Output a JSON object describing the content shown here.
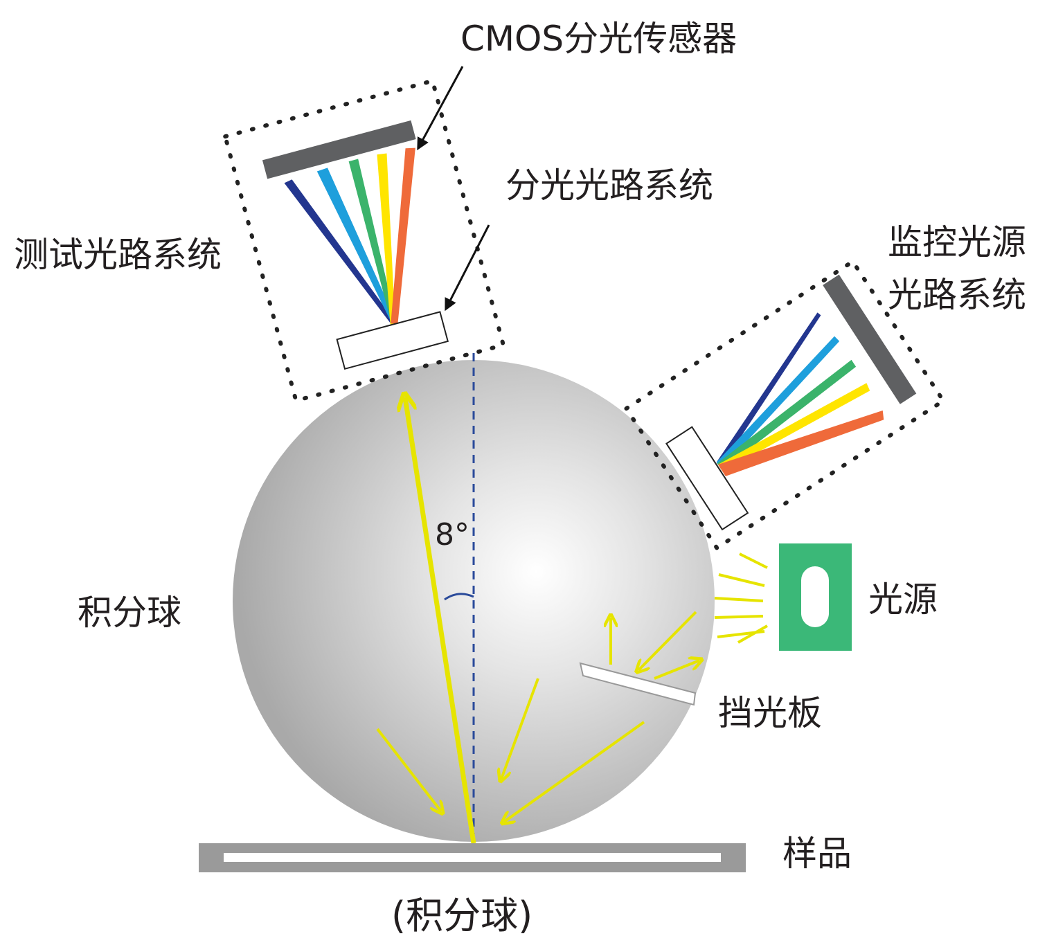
{
  "labels": {
    "cmos_sensor": "CMOS分光传感器",
    "spectral_optics": "分光光路系统",
    "test_optics": "测试光路系统",
    "monitor_line1": "监控光源",
    "monitor_line2": "光路系统",
    "sphere": "积分球",
    "light_source": "光源",
    "baffle": "挡光板",
    "sample": "样品",
    "caption": "(积分球)",
    "angle": "8°"
  },
  "colors": {
    "sensor_bar": "#5f6062",
    "light_ray": "#e6e400",
    "light_source": "#3bb878",
    "angle_line": "#2a4a9a",
    "spectrum": [
      "#23368f",
      "#1e9fdc",
      "#3bb36b",
      "#ffe500",
      "#ef6a3a"
    ]
  }
}
